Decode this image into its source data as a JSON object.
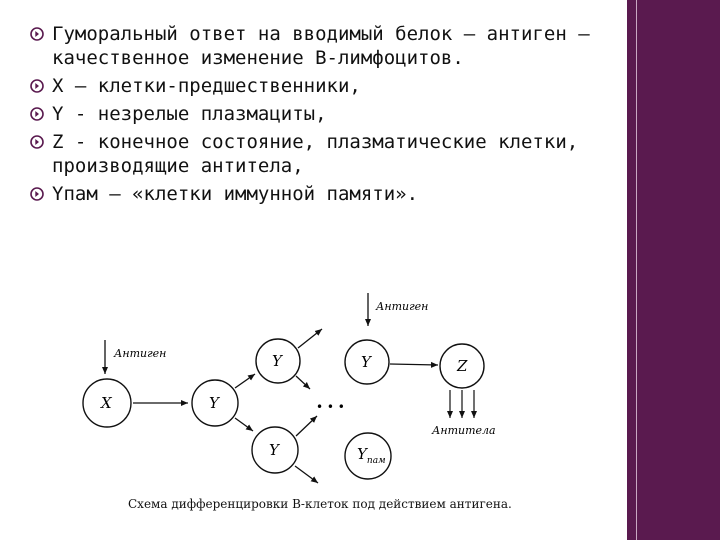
{
  "bullets": [
    "Гуморальный ответ на вводимый белок – антиген – качественное изменение В-лимфоцитов.",
    "X – клетки-предшественники,",
    "Y - незрелые плазмациты,",
    "Z - конечное состояние, плазматические клетки, производящие антитела,",
    "Yпам – «клетки иммунной памяти»."
  ],
  "diagram": {
    "antigen_left": "Антиген",
    "antigen_top": "Антиген",
    "antibodies": "Антитела",
    "ellipsis": "• • •",
    "cells": {
      "x": "X",
      "y_center": "Y",
      "y_top": "Y",
      "y_bottom": "Y",
      "y_right": "Y",
      "z": "Z",
      "y_mem_main": "Y",
      "y_mem_sub": "пам"
    },
    "caption": "Схема дифференцировки В-клеток под действием антигена."
  },
  "colors": {
    "sidebar": "#5a1a4f",
    "bullet": "#5a1a4f"
  },
  "icons": {
    "bullet": "circle-arrow-bullet-icon"
  }
}
